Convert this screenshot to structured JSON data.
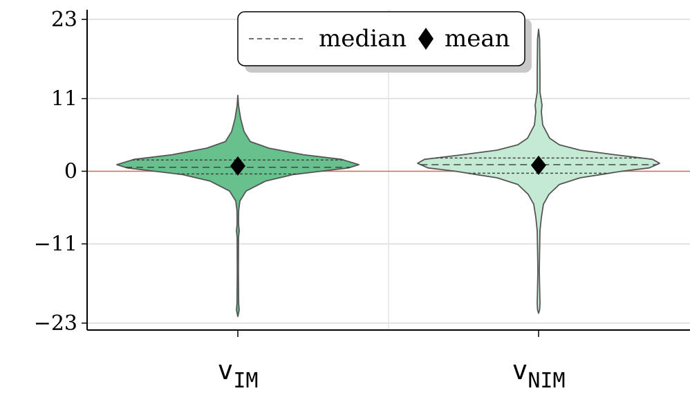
{
  "chart_data": {
    "type": "violin",
    "title": "",
    "xlabel": "",
    "ylabel": "",
    "ylim": [
      -23,
      23
    ],
    "yticks": [
      {
        "value": 23,
        "label": "23"
      },
      {
        "value": 11,
        "label": "11"
      },
      {
        "value": 0,
        "label": "0"
      },
      {
        "value": -11,
        "label": "−11"
      },
      {
        "value": -23,
        "label": "−23"
      }
    ],
    "reference_line": {
      "y": 0,
      "color": "#e06666"
    },
    "grid": true,
    "legend": {
      "placement": "top-center",
      "median_label": "median",
      "mean_label": "mean"
    },
    "series": [
      {
        "id": "vim",
        "label_main": "v",
        "label_sub": "IM",
        "fill": "#66c18c",
        "median": 0.6,
        "q1": -0.4,
        "q3": 1.7,
        "mean": 0.8,
        "min": -22,
        "max": 11.5,
        "profile": [
          [
            11.5,
            0.0
          ],
          [
            10,
            1.0
          ],
          [
            8,
            4
          ],
          [
            6,
            9
          ],
          [
            4.5,
            18
          ],
          [
            3.5,
            45
          ],
          [
            2.5,
            95
          ],
          [
            1.8,
            150
          ],
          [
            1.0,
            175
          ],
          [
            0.5,
            160
          ],
          [
            0.0,
            120
          ],
          [
            -0.5,
            80
          ],
          [
            -1.5,
            40
          ],
          [
            -3.0,
            12
          ],
          [
            -4.5,
            3
          ],
          [
            -6,
            1.2
          ],
          [
            -8,
            1.0
          ],
          [
            -9,
            2.0
          ],
          [
            -10,
            1.0
          ],
          [
            -15,
            0.8
          ],
          [
            -20,
            1.2
          ],
          [
            -21,
            2.0
          ],
          [
            -22,
            0.0
          ]
        ]
      },
      {
        "id": "vnim",
        "label_main": "v",
        "label_sub": "NIM",
        "fill": "#c5ead4",
        "median": 1.0,
        "q1": -0.3,
        "q3": 2.0,
        "mean": 0.9,
        "min": -21.5,
        "max": 21.5,
        "profile": [
          [
            21.5,
            0.0
          ],
          [
            20,
            1.5
          ],
          [
            15,
            2.0
          ],
          [
            12,
            2.0
          ],
          [
            10,
            5
          ],
          [
            9,
            4
          ],
          [
            7,
            6
          ],
          [
            5,
            16
          ],
          [
            4,
            30
          ],
          [
            3.2,
            60
          ],
          [
            2.5,
            110
          ],
          [
            1.8,
            165
          ],
          [
            1.2,
            175
          ],
          [
            0.5,
            160
          ],
          [
            0.0,
            120
          ],
          [
            -0.5,
            90
          ],
          [
            -1.0,
            60
          ],
          [
            -2.0,
            30
          ],
          [
            -3.5,
            15
          ],
          [
            -5,
            7
          ],
          [
            -7,
            4
          ],
          [
            -9,
            2
          ],
          [
            -15,
            1.0
          ],
          [
            -20,
            2.0
          ],
          [
            -21,
            1.5
          ],
          [
            -21.5,
            0.0
          ]
        ]
      }
    ]
  }
}
